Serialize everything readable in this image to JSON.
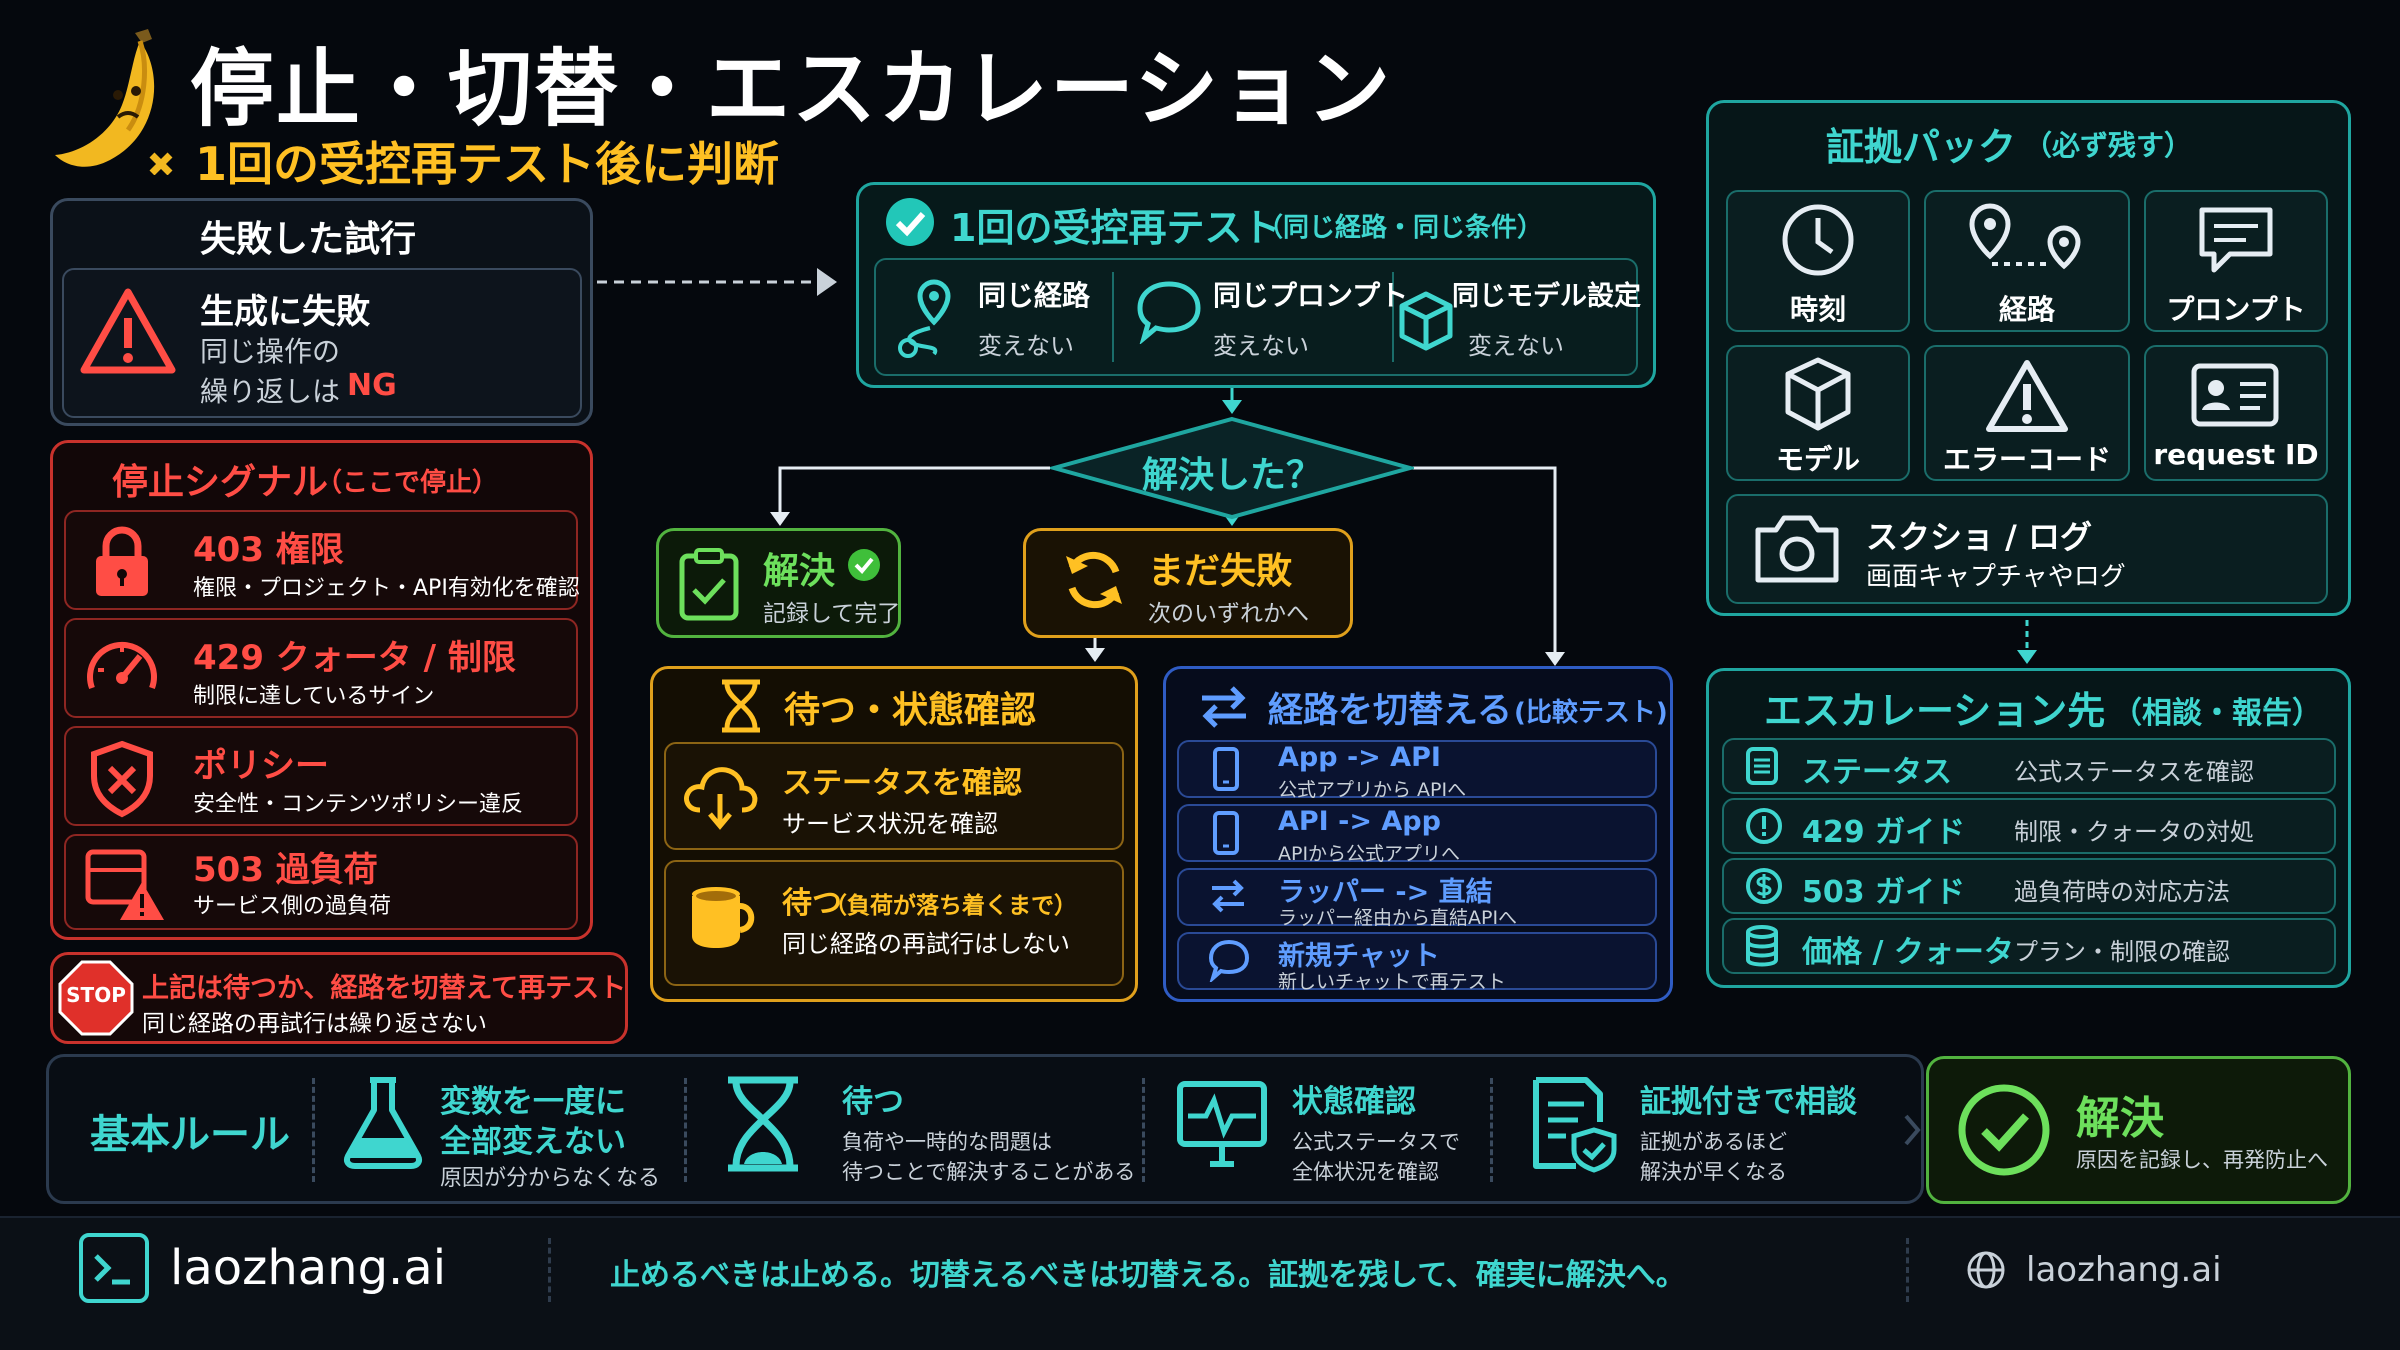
{
  "header": {
    "title": "停止・切替・エスカレーション",
    "subtitle": "1回の受控再テスト後に判断"
  },
  "failed": {
    "title": "失敗した試行",
    "main": "生成に失敗",
    "line1": "同じ操作の",
    "line2": "繰り返しは",
    "ng": "NG"
  },
  "stop": {
    "title": "停止シグナル",
    "title_note": "（ここで停止）",
    "items": [
      {
        "code": "403 権限",
        "desc": "権限・プロジェクト・API有効化を確認"
      },
      {
        "code": "429 クォータ / 制限",
        "desc": "制限に達しているサイン"
      },
      {
        "code": "ポリシー",
        "desc": "安全性・コンテンツポリシー違反"
      },
      {
        "code": "503 過負荷",
        "desc": "サービス側の過負荷"
      }
    ],
    "banner_icon": "STOP",
    "banner_line1": "上記は待つか、経路を切替えて再テスト",
    "banner_line2": "同じ経路の再試行は繰り返さない"
  },
  "retest": {
    "title": "1回の受控再テスト",
    "note": "（同じ経路・同じ条件）",
    "items": [
      {
        "label": "同じ経路",
        "sub": "変えない"
      },
      {
        "label": "同じプロンプト",
        "sub": "変えない"
      },
      {
        "label": "同じモデル設定",
        "sub": "変えない"
      }
    ]
  },
  "decision": {
    "label": "解決した？"
  },
  "resolved": {
    "label": "解決",
    "sub": "記録して完了"
  },
  "stillfail": {
    "label": "まだ失敗",
    "sub": "次のいずれかへ"
  },
  "wait": {
    "title": "待つ・状態確認",
    "items": [
      {
        "label": "ステータスを確認",
        "note": "",
        "sub": "サービス状況を確認"
      },
      {
        "label": "待つ",
        "note": "（負荷が落ち着くまで）",
        "sub": "同じ経路の再試行はしない"
      }
    ]
  },
  "switch": {
    "title": "経路を切替える",
    "note": "(比較テスト)",
    "items": [
      {
        "label": "App -> API",
        "sub": "公式アプリから APIへ"
      },
      {
        "label": "API -> App",
        "sub": "APIから公式アプリへ"
      },
      {
        "label": "ラッパー -> 直結",
        "sub": "ラッパー経由から直結APIへ"
      },
      {
        "label": "新規チャット",
        "sub": "新しいチャットで再テスト"
      }
    ]
  },
  "evidence": {
    "title": "証拠パック",
    "note": "（必ず残す）",
    "items": [
      "時刻",
      "経路",
      "プロンプト",
      "モデル",
      "エラーコード",
      "request ID"
    ],
    "wide_label": "スクショ / ログ",
    "wide_sub": "画面キャプチャやログ"
  },
  "escalation": {
    "title": "エスカレーション先",
    "note": "（相談・報告）",
    "items": [
      {
        "label": "ステータス",
        "desc": "公式ステータスを確認"
      },
      {
        "label": "429 ガイド",
        "desc": "制限・クォータの対処"
      },
      {
        "label": "503 ガイド",
        "desc": "過負荷時の対応方法"
      },
      {
        "label": "価格 / クォータ",
        "desc": "プラン・制限の確認"
      }
    ]
  },
  "rules": {
    "title": "基本ルール",
    "items": [
      {
        "l1": "変数を一度に",
        "l2": "全部変えない",
        "sub": "原因が分からなくなる"
      },
      {
        "l1": "待つ",
        "l2": "",
        "sub": "負荷や一時的な問題は",
        "sub2": "待つことで解決することがある"
      },
      {
        "l1": "状態確認",
        "l2": "",
        "sub": "公式ステータスで",
        "sub2": "全体状況を確認"
      },
      {
        "l1": "証拠付きで相談",
        "l2": "",
        "sub": "証拠があるほど",
        "sub2": "解決が早くなる"
      }
    ],
    "final_label": "解決",
    "final_sub": "原因を記録し、再発防止へ"
  },
  "footer": {
    "brand": "laozhang.ai",
    "tagline": "止めるべきは止める。切替えるべきは切替える。証拠を残して、確実に解決へ。",
    "site": "laozhang.ai"
  },
  "colors": {
    "teal": "#3fd6cf",
    "red": "#ff4d45",
    "yellow": "#ffc023",
    "blue": "#5f9dff",
    "green": "#6de05c"
  }
}
